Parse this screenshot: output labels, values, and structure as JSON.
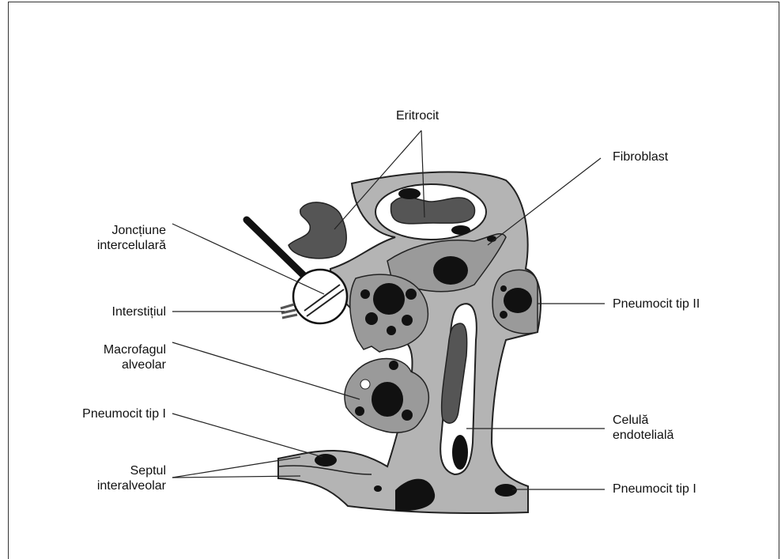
{
  "labels": {
    "eritrocit": "Eritrocit",
    "fibroblast": "Fibroblast",
    "jonctiune_1": "Joncțiune",
    "jonctiune_2": "intercelulară",
    "interstitiul": "Interstițiul",
    "pneumocit2": "Pneumocit tip II",
    "macrofag_1": "Macrofagul",
    "macrofag_2": "alveolar",
    "pneumocit1_left": "Pneumocit tip I",
    "celula_1": "Celulă",
    "celula_2": "endotelială",
    "septul_1": "Septul",
    "septul_2": "interalveolar",
    "pneumocit1_right": "Pneumocit tip I"
  },
  "colors": {
    "tissue": "#b4b4b4",
    "nucleus": "#111111",
    "erythrocyte": "#555555",
    "line": "#222222"
  }
}
